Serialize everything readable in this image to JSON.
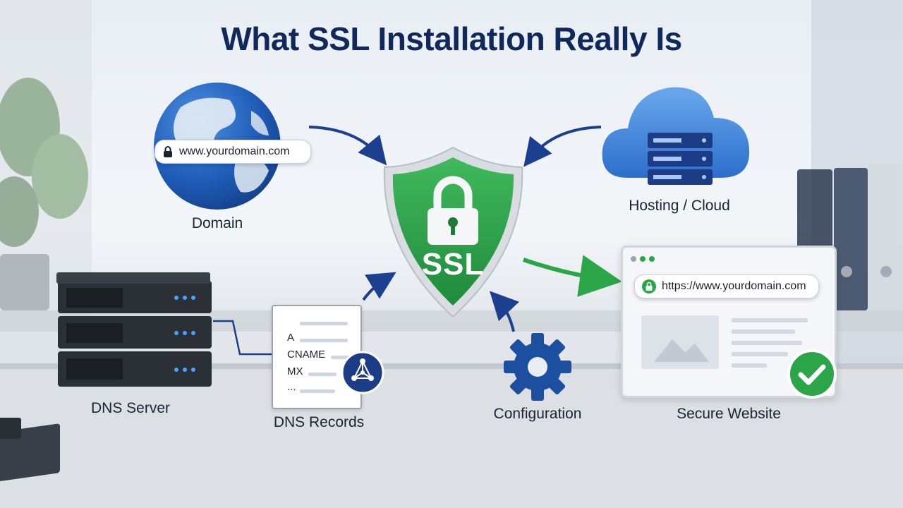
{
  "title": "What SSL Installation Really Is",
  "shield_text": "SSL",
  "nodes": {
    "domain": {
      "label": "Domain",
      "url": "www.yourdomain.com"
    },
    "hosting": {
      "label": "Hosting / Cloud"
    },
    "dns_server": {
      "label": "DNS Server"
    },
    "dns_records": {
      "label": "DNS Records",
      "records": [
        "A",
        "CNAME",
        "MX",
        "..."
      ]
    },
    "configuration": {
      "label": "Configuration"
    },
    "secure_website": {
      "label": "Secure Website",
      "url": "https://www.yourdomain.com"
    }
  },
  "colors": {
    "title": "#10295a",
    "shield": "#2b9b45",
    "arrow_blue": "#1c3f8f",
    "arrow_green": "#2aa548",
    "check": "#2aa548"
  }
}
